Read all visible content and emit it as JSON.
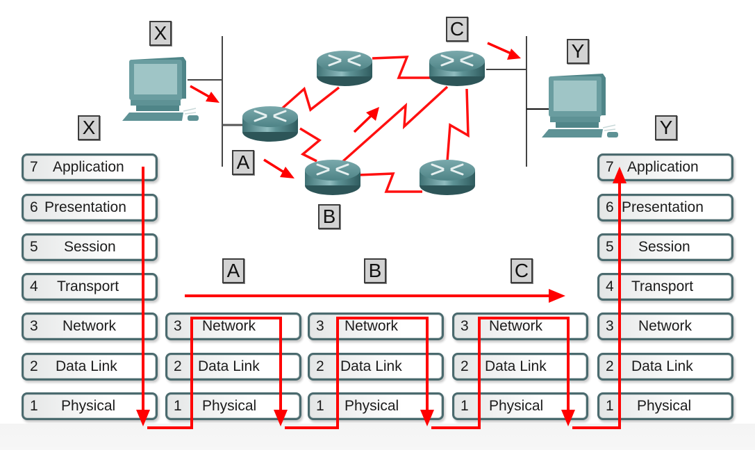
{
  "diagram": {
    "type": "OSI data flow across network",
    "host_labels": {
      "source": "X",
      "destination": "Y"
    },
    "router_labels": [
      "A",
      "B",
      "C"
    ],
    "osi_stacks": {
      "source": {
        "label": "X",
        "layers": [
          {
            "num": "7",
            "name": "Application"
          },
          {
            "num": "6",
            "name": "Presentation"
          },
          {
            "num": "5",
            "name": "Session"
          },
          {
            "num": "4",
            "name": "Transport"
          },
          {
            "num": "3",
            "name": "Network"
          },
          {
            "num": "2",
            "name": "Data Link"
          },
          {
            "num": "1",
            "name": "Physical"
          }
        ]
      },
      "routers": [
        {
          "label": "A",
          "layers": [
            {
              "num": "3",
              "name": "Network"
            },
            {
              "num": "2",
              "name": "Data Link"
            },
            {
              "num": "1",
              "name": "Physical"
            }
          ]
        },
        {
          "label": "B",
          "layers": [
            {
              "num": "3",
              "name": "Network"
            },
            {
              "num": "2",
              "name": "Data Link"
            },
            {
              "num": "1",
              "name": "Physical"
            }
          ]
        },
        {
          "label": "C",
          "layers": [
            {
              "num": "3",
              "name": "Network"
            },
            {
              "num": "2",
              "name": "Data Link"
            },
            {
              "num": "1",
              "name": "Physical"
            }
          ]
        }
      ],
      "destination": {
        "label": "Y",
        "layers": [
          {
            "num": "7",
            "name": "Application"
          },
          {
            "num": "6",
            "name": "Presentation"
          },
          {
            "num": "5",
            "name": "Session"
          },
          {
            "num": "4",
            "name": "Transport"
          },
          {
            "num": "3",
            "name": "Network"
          },
          {
            "num": "2",
            "name": "Data Link"
          },
          {
            "num": "1",
            "name": "Physical"
          }
        ]
      }
    },
    "colors": {
      "flow": "#ff0000",
      "device": "#5a9094",
      "layer_border": "#4a6a6e",
      "tag_fill": "#d2d2d2"
    },
    "icons": {
      "host": "computer-icon",
      "router": "router-icon"
    }
  }
}
